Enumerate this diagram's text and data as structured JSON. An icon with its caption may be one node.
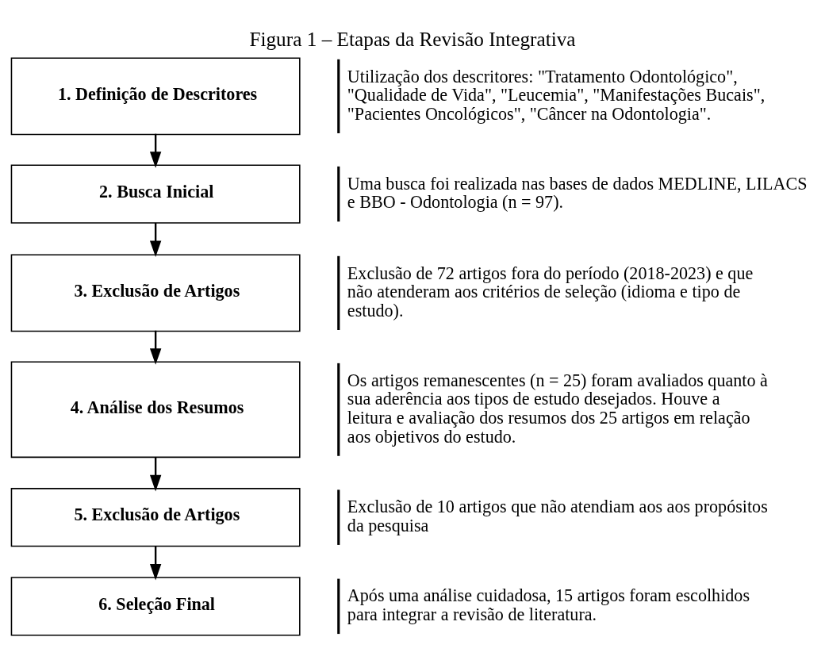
{
  "diagram": {
    "title": "Figura 1 – Etapas da Revisão Integrativa",
    "nodes": [
      {
        "text": [
          "1. Definição de Descritores"
        ],
        "beside": [
          "Utilização dos descritores: \"Tratamento Odontológico\", \"Qualidade de Vida\", \"Leucemia\", \"Manifestações Bucais\", \"Pacientes Oncológicos\", \"Câncer na Odontologia\"."
        ]
      },
      {
        "text": [
          "2. Busca Inicial"
        ],
        "beside": [
          "Uma busca foi realizada nas bases de dados MEDLINE, LILACS e BBO - Odontologia (n = 97)."
        ]
      },
      {
        "text": [
          "3. Exclusão de Artigos"
        ],
        "beside": [
          "Exclusão de 72 artigos fora do período (2018-2023) e que não atenderam aos critérios de seleção (idioma e tipo de estudo)."
        ]
      },
      {
        "text": [
          "4. Análise dos Resumos"
        ],
        "beside": [
          "Os artigos remanescentes (n = 25) foram avaliados quanto à sua aderência aos tipos de estudo desejados. Houve a leitura e avaliação dos resumos dos 25 artigos em relação aos objetivos do estudo."
        ]
      },
      {
        "text": [
          "5. Exclusão de Artigos"
        ],
        "beside": [
          "Exclusão de 10 artigos que não atendiam aos aos propósitos da pesquisa"
        ]
      },
      {
        "text": [
          "6. Seleção Final"
        ],
        "beside": [
          "Após uma análise cuidadosa, 15 artigos foram escolhidos para integrar a revisão de literatura."
        ]
      }
    ],
    "edges": [
      {
        "from": 0,
        "to": 1,
        "arrow": "to"
      },
      {
        "from": 1,
        "to": 2,
        "arrow": "to"
      },
      {
        "from": 2,
        "to": 3,
        "arrow": "to"
      },
      {
        "from": 3,
        "to": 4,
        "arrow": "to"
      },
      {
        "from": 4,
        "to": 5,
        "arrow": "to"
      }
    ]
  }
}
